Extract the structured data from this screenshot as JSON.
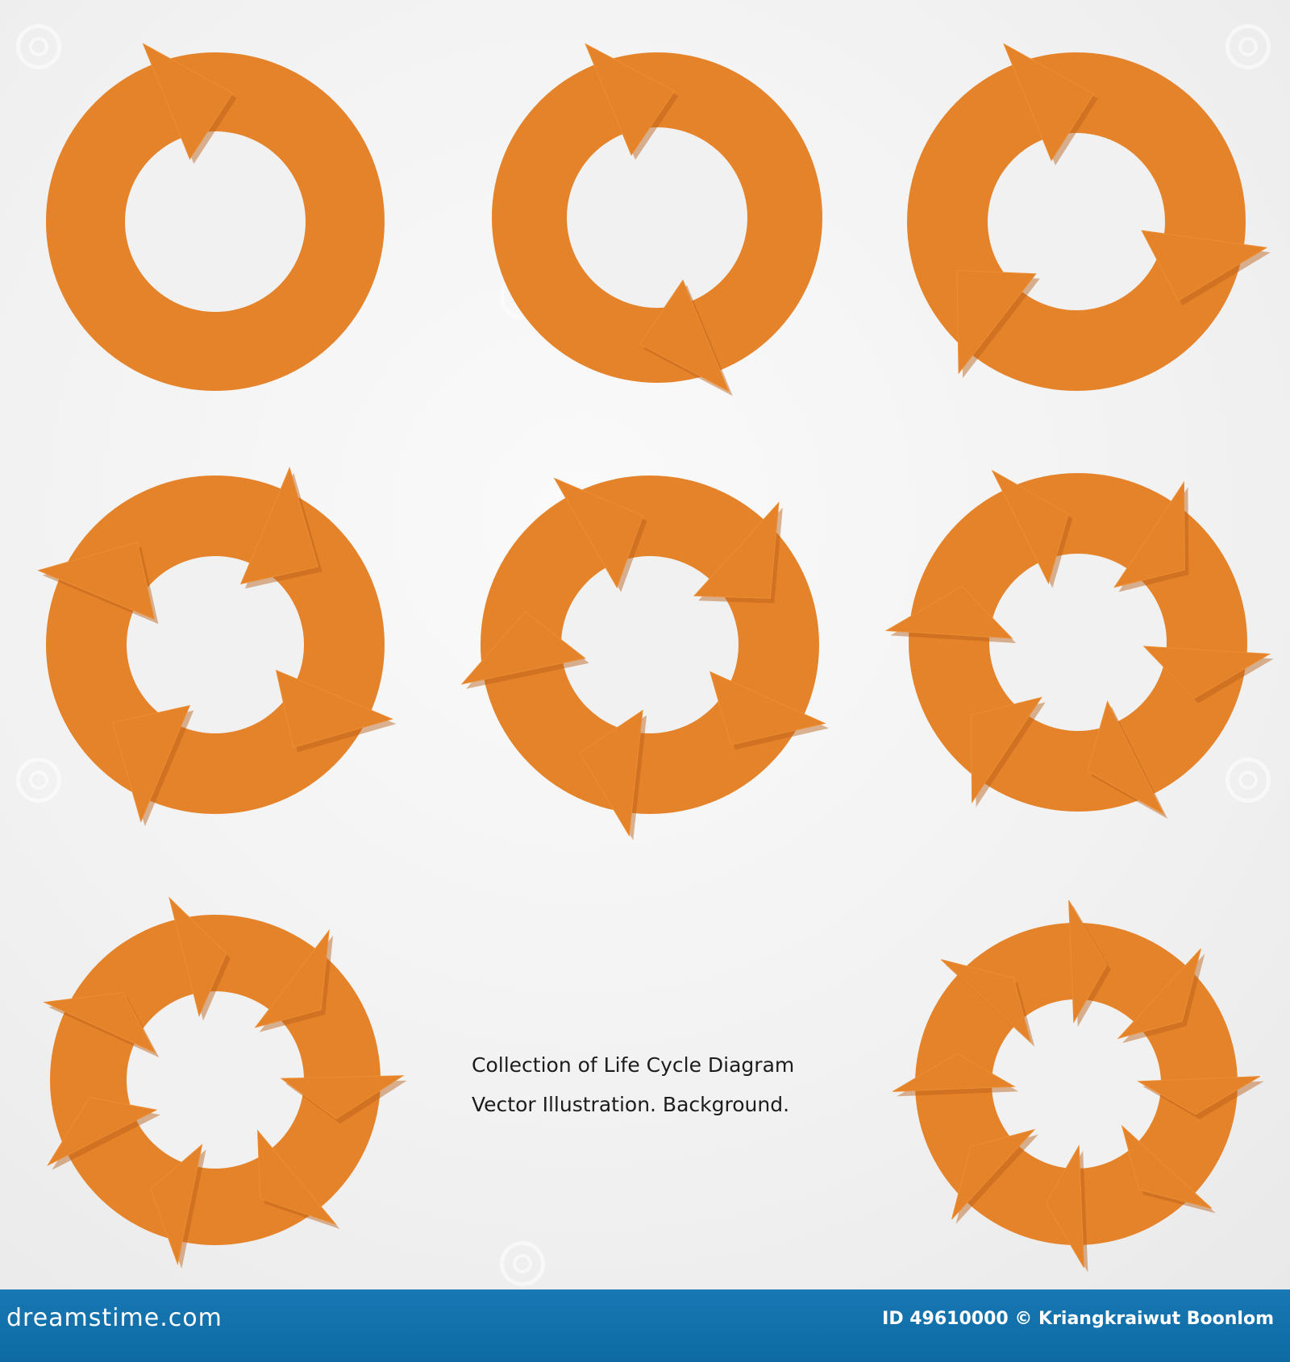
{
  "caption": {
    "line1": "Collection of Life Cycle Diagram",
    "line2": "Vector Illustration. Background."
  },
  "footer": {
    "logo_text": "dreamstime.com",
    "credit_text": "ID 49610000 © Kriangkraiwut Boonlom"
  },
  "colors": {
    "ring_fill": "#e5832a",
    "ring_shadow": "#b65e16",
    "background": "#f1f1f1",
    "footer_bar": "#1275b0"
  },
  "diagrams": [
    {
      "name": "cycle-1-arrow",
      "arrow_count": 1
    },
    {
      "name": "cycle-2-arrows",
      "arrow_count": 2
    },
    {
      "name": "cycle-3-arrows",
      "arrow_count": 3
    },
    {
      "name": "cycle-4-arrows",
      "arrow_count": 4
    },
    {
      "name": "cycle-5-arrows",
      "arrow_count": 5
    },
    {
      "name": "cycle-6-arrows",
      "arrow_count": 6
    },
    {
      "name": "cycle-7-arrows",
      "arrow_count": 7
    },
    {
      "name": "cycle-8-arrows",
      "arrow_count": 8
    }
  ]
}
